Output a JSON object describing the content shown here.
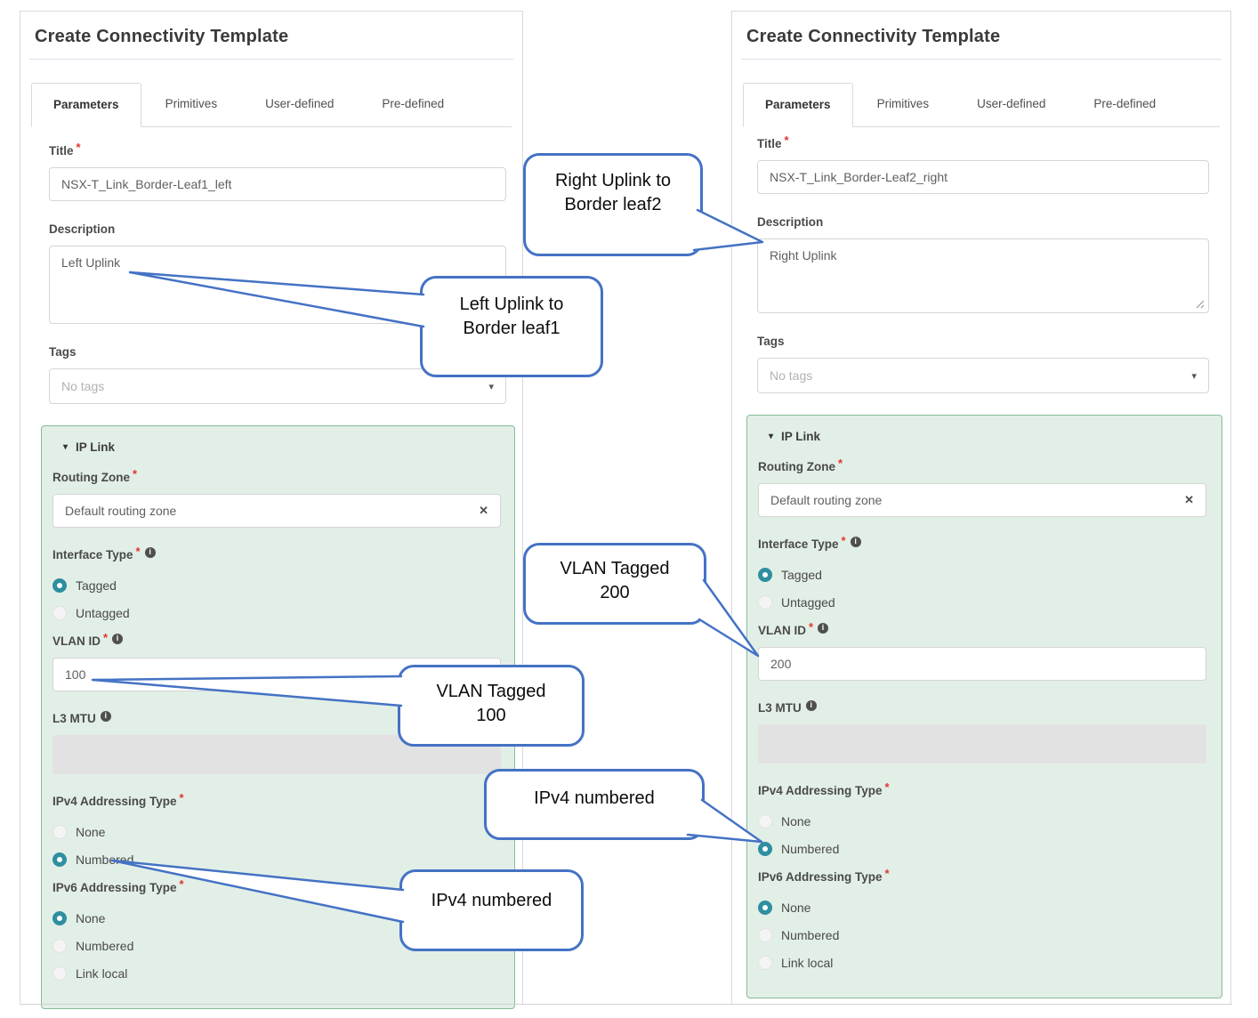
{
  "colors": {
    "accent_blue": "#4472c4",
    "panel_green_bg": "#e2efe7",
    "panel_green_border": "#86bb9d",
    "radio_teal": "#2d8fa0",
    "required_red": "#e0342f"
  },
  "icons": {
    "required": "*",
    "info": "i",
    "clear": "✕",
    "caret": "▾",
    "collapse": "▾"
  },
  "forms": {
    "left": {
      "header": "Create Connectivity Template",
      "tabs": [
        {
          "label": "Parameters"
        },
        {
          "label": "Primitives"
        },
        {
          "label": "User-defined"
        },
        {
          "label": "Pre-defined"
        }
      ],
      "title": {
        "label": "Title",
        "value": "NSX-T_Link_Border-Leaf1_left"
      },
      "description": {
        "label": "Description",
        "value": "Left Uplink"
      },
      "tags": {
        "label": "Tags",
        "placeholder": "No tags"
      },
      "ip_link": {
        "header": "IP Link",
        "routing_zone": {
          "label": "Routing Zone",
          "value": "Default routing zone"
        },
        "interface_type": {
          "label": "Interface Type",
          "options": [
            {
              "label": "Tagged",
              "selected": true
            },
            {
              "label": "Untagged",
              "selected": false
            }
          ]
        },
        "vlan_id": {
          "label": "VLAN ID",
          "value": "100"
        },
        "l3_mtu": {
          "label": "L3 MTU",
          "value": ""
        },
        "ipv4": {
          "label": "IPv4 Addressing Type",
          "options": [
            {
              "label": "None",
              "selected": false
            },
            {
              "label": "Numbered",
              "selected": true
            }
          ]
        },
        "ipv6": {
          "label": "IPv6 Addressing Type",
          "options": [
            {
              "label": "None",
              "selected": true
            },
            {
              "label": "Numbered",
              "selected": false
            },
            {
              "label": "Link local",
              "selected": false
            }
          ]
        }
      }
    },
    "right": {
      "header": "Create Connectivity Template",
      "tabs": [
        {
          "label": "Parameters"
        },
        {
          "label": "Primitives"
        },
        {
          "label": "User-defined"
        },
        {
          "label": "Pre-defined"
        }
      ],
      "title": {
        "label": "Title",
        "value": "NSX-T_Link_Border-Leaf2_right"
      },
      "description": {
        "label": "Description",
        "value": "Right Uplink"
      },
      "tags": {
        "label": "Tags",
        "placeholder": "No tags"
      },
      "ip_link": {
        "header": "IP Link",
        "routing_zone": {
          "label": "Routing Zone",
          "value": "Default routing zone"
        },
        "interface_type": {
          "label": "Interface Type",
          "options": [
            {
              "label": "Tagged",
              "selected": true
            },
            {
              "label": "Untagged",
              "selected": false
            }
          ]
        },
        "vlan_id": {
          "label": "VLAN ID",
          "value": "200"
        },
        "l3_mtu": {
          "label": "L3 MTU",
          "value": ""
        },
        "ipv4": {
          "label": "IPv4 Addressing Type",
          "options": [
            {
              "label": "None",
              "selected": false
            },
            {
              "label": "Numbered",
              "selected": true
            }
          ]
        },
        "ipv6": {
          "label": "IPv6 Addressing Type",
          "options": [
            {
              "label": "None",
              "selected": true
            },
            {
              "label": "Numbered",
              "selected": false
            },
            {
              "label": "Link local",
              "selected": false
            }
          ]
        }
      }
    }
  },
  "callouts": [
    {
      "id": "right-uplink",
      "text": "Right Uplink to\nBorder leaf2"
    },
    {
      "id": "left-uplink",
      "text": "Left Uplink to\nBorder leaf1"
    },
    {
      "id": "vlan-200",
      "text": "VLAN Tagged\n200"
    },
    {
      "id": "vlan-100",
      "text": "VLAN Tagged\n100"
    },
    {
      "id": "ipv4-right",
      "text": "IPv4 numbered"
    },
    {
      "id": "ipv4-left",
      "text": "IPv4 numbered"
    }
  ]
}
